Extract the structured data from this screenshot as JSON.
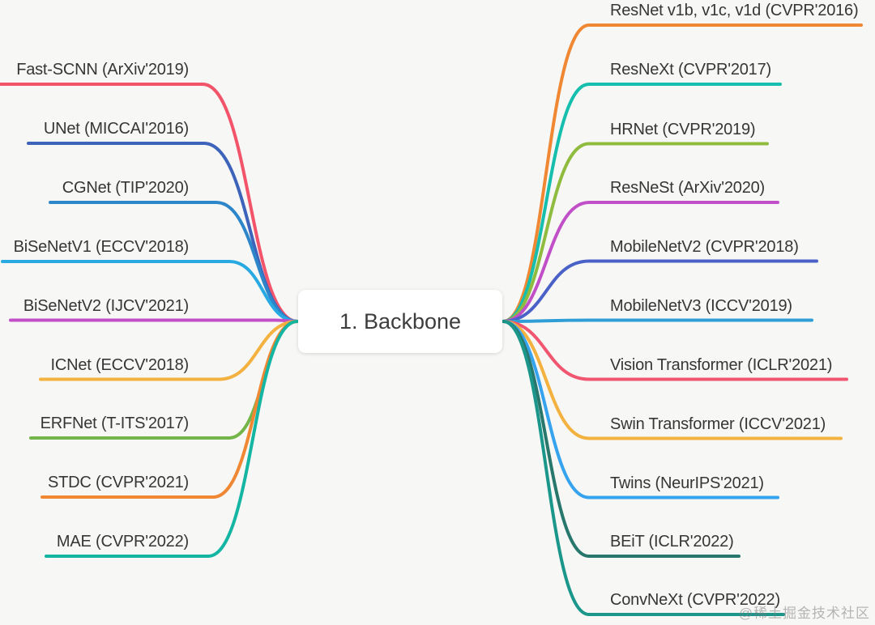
{
  "root": {
    "label": "1. Backbone"
  },
  "left_branches": [
    {
      "label": "Fast-SCNN (ArXiv'2019)",
      "color": "#f2546a"
    },
    {
      "label": "UNet (MICCAI'2016)",
      "color": "#3d63ba"
    },
    {
      "label": "CGNet (TIP'2020)",
      "color": "#2d86c9"
    },
    {
      "label": "BiSeNetV1 (ECCV'2018)",
      "color": "#29a9e2"
    },
    {
      "label": "BiSeNetV2 (IJCV'2021)",
      "color": "#c04fc8"
    },
    {
      "label": "ICNet (ECCV'2018)",
      "color": "#f3b23f"
    },
    {
      "label": "ERFNet (T-ITS'2017)",
      "color": "#74b54a"
    },
    {
      "label": "STDC (CVPR'2021)",
      "color": "#f08733"
    },
    {
      "label": "MAE (CVPR'2022)",
      "color": "#14b5a2"
    }
  ],
  "right_branches": [
    {
      "label": "ResNet v1b, v1c, v1d (CVPR'2016)",
      "color": "#f08733"
    },
    {
      "label": "ResNeXt (CVPR'2017)",
      "color": "#16bfad"
    },
    {
      "label": "HRNet (CVPR'2019)",
      "color": "#8fbc3f"
    },
    {
      "label": "ResNeSt (ArXiv'2020)",
      "color": "#c04fc8"
    },
    {
      "label": "MobileNetV2 (CVPR'2018)",
      "color": "#4a61c8"
    },
    {
      "label": "MobileNetV3 (ICCV'2019)",
      "color": "#2f9ed6"
    },
    {
      "label": "Vision Transformer (ICLR'2021)",
      "color": "#f0566f"
    },
    {
      "label": "Swin Transformer (ICCV'2021)",
      "color": "#f3b23f"
    },
    {
      "label": "Twins (NeurIPS'2021)",
      "color": "#36a3ee"
    },
    {
      "label": "BEiT (ICLR'2022)",
      "color": "#27776d"
    },
    {
      "label": "ConvNeXt (CVPR'2022)",
      "color": "#1b968a"
    }
  ],
  "watermark": "@稀土掘金技术社区",
  "colors": {
    "background": "#f7f7f5",
    "label_text": "#363636",
    "node_bg": "#ffffff"
  }
}
